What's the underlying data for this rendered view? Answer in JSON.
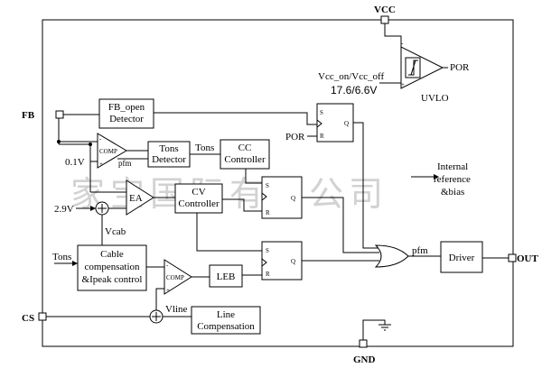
{
  "pins": {
    "vcc": "VCC",
    "fb": "FB",
    "cs": "CS",
    "out": "OUT",
    "gnd": "GND"
  },
  "blocks": {
    "fb_open": [
      "FB_open",
      "Detector"
    ],
    "tons_det": [
      "Tons",
      "Detector"
    ],
    "cc": [
      "CC",
      "Controller"
    ],
    "cv": [
      "CV",
      "Controller"
    ],
    "ea": "EA",
    "cable": [
      "Cable",
      "compensation",
      "&Ipeak control"
    ],
    "leb": "LEB",
    "line_comp": [
      "Line",
      "Compensation"
    ],
    "driver": "Driver",
    "uvlo": "UVLO",
    "comp_label": "COMP"
  },
  "signals": {
    "vcc_on_off": "Vcc_on/Vcc_off",
    "uvlo_th": "17.6/6.6V",
    "por_out": "POR",
    "por_in": "POR",
    "ref_01": "0.1V",
    "pfm_small": "pfm",
    "tons_sig": "Tons",
    "ref_29": "2.9V",
    "vcab": "Vcab",
    "tons_in": "Tons",
    "vline": "Vline",
    "pfm": "pfm",
    "internal_ref": [
      "Internal",
      "reference",
      "&bias"
    ]
  },
  "flipflop": {
    "s": "S",
    "r": "R",
    "q": "Q"
  },
  "watermark": "家宝国际有限公司"
}
